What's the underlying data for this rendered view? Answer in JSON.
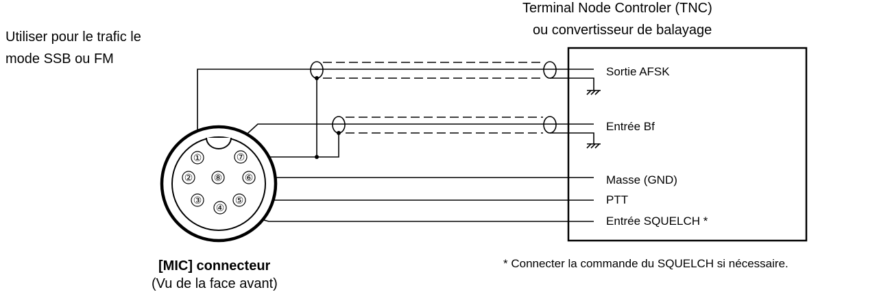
{
  "left_note": {
    "line1": "Utiliser pour le trafic le",
    "line2": "mode SSB ou FM"
  },
  "device": {
    "title_line1": "Terminal Node Controler (TNC)",
    "title_line2": "ou convertisseur de balayage",
    "ports": {
      "afsk_out": "Sortie AFSK",
      "bf_in": "Entrée Bf",
      "gnd": "Masse (GND)",
      "ptt": "PTT",
      "squelch_in": "Entrée SQUELCH *"
    }
  },
  "connector": {
    "title": "[MIC] connecteur",
    "subtitle": "(Vu de la face avant)",
    "pins": {
      "p1": "①",
      "p2": "②",
      "p3": "③",
      "p4": "④",
      "p5": "⑤",
      "p6": "⑥",
      "p7": "⑦",
      "p8": "⑧"
    }
  },
  "footnote": "* Connecter la commande du SQUELCH si nécessaire.",
  "colors": {
    "line": "#000000",
    "background": "#ffffff"
  }
}
